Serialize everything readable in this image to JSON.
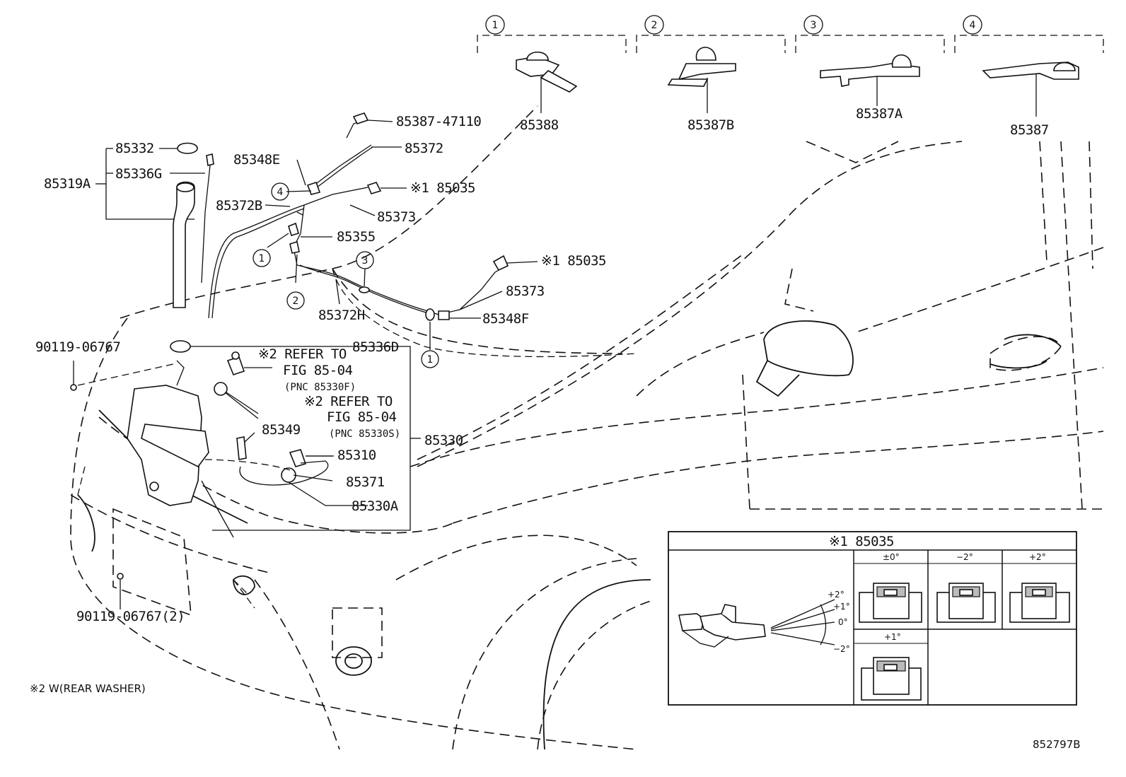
{
  "diagram": {
    "figure_id": "852797B",
    "footnote": "※2 W(REAR WASHER)",
    "variants": [
      {
        "num": "1",
        "label": "85388"
      },
      {
        "num": "2",
        "label": "85387B"
      },
      {
        "num": "3",
        "label": "85387A"
      },
      {
        "num": "4",
        "label": "85387"
      }
    ],
    "callouts": {
      "p85387_47110": "85387-47110",
      "p85332": "85332",
      "p85336g": "85336G",
      "p85319a": "85319A",
      "p85348e": "85348E",
      "p85372": "85372",
      "p85035_a": "※1 85035",
      "p85372b": "85372B",
      "p85373_a": "85373",
      "p85355": "85355",
      "p85035_b": "※1 85035",
      "p85373_b": "85373",
      "p85372h": "85372H",
      "p85348f": "85348F",
      "p90119_a": "90119-06767",
      "p85336d": "85336D",
      "refer1_a": "※2 REFER TO",
      "refer1_b": "FIG 85-04",
      "refer1_c": "(PNC 85330F)",
      "refer2_a": "※2 REFER TO",
      "refer2_b": "FIG 85-04",
      "refer2_c": "(PNC 85330S)",
      "p85349": "85349",
      "p85330": "85330",
      "p85310": "85310",
      "p85371": "85371",
      "p85330a": "85330A",
      "p90119_b": "90119-06767(2)"
    },
    "circle_refs": {
      "c4": "4",
      "c1a": "1",
      "c2": "2",
      "c3": "3",
      "c1b": "1"
    },
    "inset": {
      "title": "※1 85035",
      "angles": {
        "p2": "+2°",
        "p1": "+1°",
        "z": "0°",
        "m2": "−2°"
      },
      "cells": [
        {
          "label": "±0°"
        },
        {
          "label": "−2°"
        },
        {
          "label": "+2°"
        },
        {
          "label": "+1°"
        }
      ]
    }
  }
}
